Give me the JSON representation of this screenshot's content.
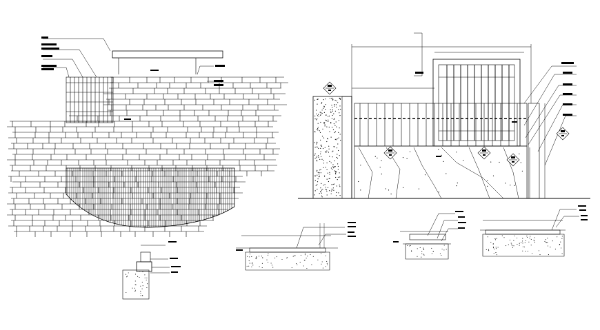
{
  "drawing": {
    "background": "#ffffff",
    "line_color": "#000000",
    "views": [
      {
        "id": "paving-plan",
        "shape": "stone-paving-plan",
        "icon": "wall-elevation-icon"
      },
      {
        "id": "wall-section",
        "shape": "wall-section",
        "icon": "section-cut-icon"
      },
      {
        "id": "coping-detail",
        "shape": "edge-detail",
        "icon": "detail-icon"
      },
      {
        "id": "step-detail-1",
        "shape": "step-section",
        "icon": "detail-icon"
      },
      {
        "id": "step-detail-2",
        "shape": "step-section",
        "icon": "detail-icon"
      },
      {
        "id": "step-detail-3",
        "shape": "step-section",
        "icon": "detail-icon"
      }
    ],
    "section_markers": 5,
    "note": ""
  }
}
